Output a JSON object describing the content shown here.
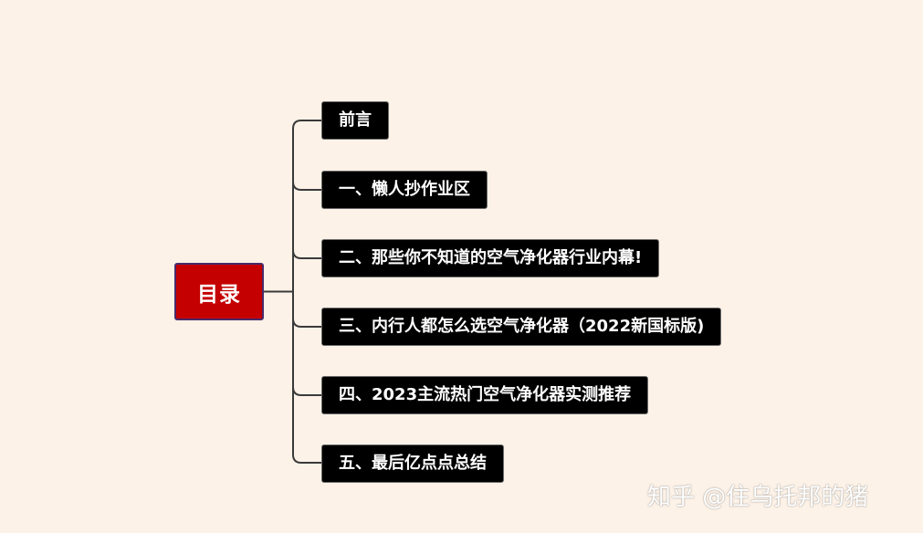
{
  "mindmap": {
    "root": {
      "label": "目录",
      "color": "#c40000",
      "border_color": "#4a2a6a"
    },
    "branches": [
      {
        "label": "前言"
      },
      {
        "label": "一、懒人抄作业区"
      },
      {
        "label": "二、那些你不知道的空气净化器行业内幕!"
      },
      {
        "label": "三、内行人都怎么选空气净化器（2022新国标版)"
      },
      {
        "label": "四、2023主流热门空气净化器实测推荐"
      },
      {
        "label": "五、最后亿点点总结"
      }
    ],
    "branch_color": "#000000",
    "connector_color": "#3a3a3a"
  },
  "watermark": {
    "text": "知乎 @住乌托邦的猪"
  },
  "background_color": "#fdf2e7"
}
